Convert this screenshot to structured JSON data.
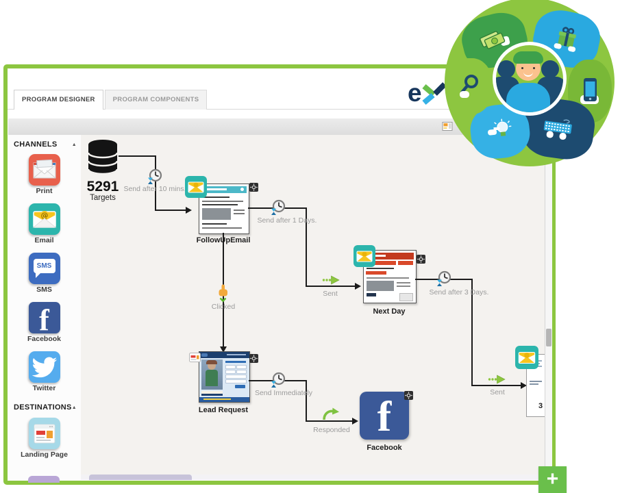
{
  "colors": {
    "window_border": "#8cc640",
    "accent_green": "#6abf4b",
    "flow_arrow_green": "#8dc63f",
    "facebook_blue": "#3b5998",
    "twitter_blue": "#55acee",
    "sms_blue": "#3d6cc0",
    "print_red": "#e8604c",
    "email_teal": "#2cb5ac",
    "envelope_yellow": "#f7c51e",
    "landing_blue": "#a6d9e8",
    "cycle_green": "#8dc640",
    "cycle_dark_green": "#3da04b",
    "cycle_blue": "#2aa9e0",
    "cycle_navy": "#1d4b70",
    "cycle_light_blue": "#35b1e5"
  },
  "logo": {
    "text": "e"
  },
  "tabs": {
    "designer": "PROGRAM DESIGNER",
    "components": "PROGRAM COMPONENTS"
  },
  "sidebar": {
    "channels": {
      "title": "CHANNELS",
      "collapse_glyph": "▲",
      "items": [
        {
          "label": "Print"
        },
        {
          "label": "Email"
        },
        {
          "label": "SMS",
          "bubble_text": "SMS"
        },
        {
          "label": "Facebook",
          "glyph": "f"
        },
        {
          "label": "Twitter"
        }
      ]
    },
    "destinations": {
      "title": "DESTINATIONS",
      "collapse_glyph": "▲",
      "items": [
        {
          "label": "Landing Page"
        }
      ]
    }
  },
  "canvas": {
    "source": {
      "count": "5291",
      "label": "Targets"
    },
    "edges": {
      "after10": "Send after 10 mins.",
      "after1": "Send after 1 Days.",
      "sent1": "Sent",
      "after3": "Send after 3 Days.",
      "sent2": "Sent",
      "clicked": "Clicked",
      "immediately": "Send Immediately",
      "responded": "Responded"
    },
    "nodes": {
      "followup": {
        "label": "FollowUpEmail"
      },
      "nextday": {
        "label": "Next Day"
      },
      "lead": {
        "label": "Lead Request"
      },
      "facebook": {
        "label": "Facebook",
        "glyph": "f"
      },
      "partial": {
        "label": "3"
      }
    }
  },
  "fab": {
    "label": "+"
  }
}
